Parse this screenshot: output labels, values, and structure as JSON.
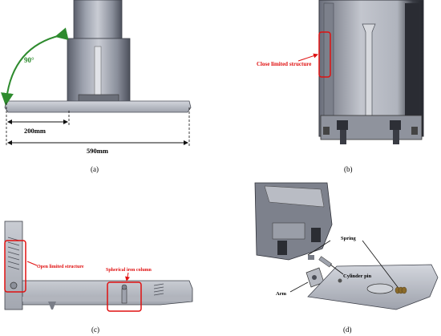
{
  "panels": {
    "a": {
      "label": "(a)",
      "angle_label": "90°",
      "dim_short": "200mm",
      "dim_long": "590mm"
    },
    "b": {
      "label": "(b)",
      "callout": "Close limited structure"
    },
    "c": {
      "label": "(c)",
      "callout_left": "Open limited structure",
      "callout_right": "Spherical iron column"
    },
    "d": {
      "label": "(d)",
      "spring": "Spring",
      "cylinder_pin": "Cylinder pin",
      "arm": "Arm"
    }
  },
  "colors": {
    "callout_red": "#e01010",
    "angle_green": "#2e8b2e",
    "metal_dark": "#5e6270",
    "metal_light": "#b8bcc6"
  }
}
